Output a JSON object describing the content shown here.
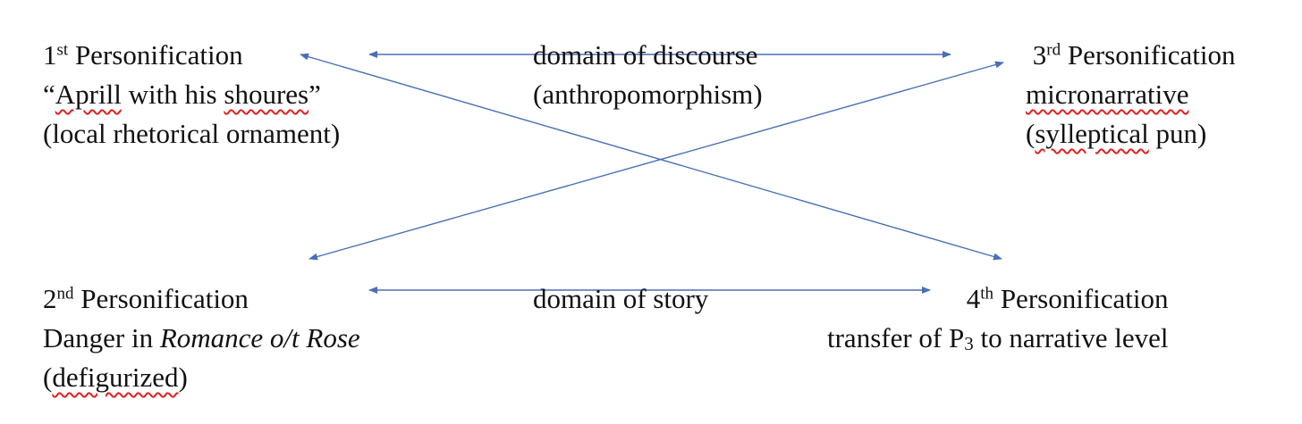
{
  "p1": {
    "ordinal": "1",
    "suffix": "st",
    "label": " Personification",
    "quote_open": "“",
    "quote_w1": "Aprill",
    "quote_mid": " with his ",
    "quote_w2": "shoures",
    "quote_close": "”",
    "note": "(local rhetorical ornament)"
  },
  "p2": {
    "ordinal": "2",
    "suffix": "nd",
    "label": " Personification",
    "line2_pre": "Danger in ",
    "line2_italic": "Romance o/t Rose",
    "note_open": "(",
    "note_word": "defigurized",
    "note_close": ")"
  },
  "p3": {
    "ordinal": "3",
    "suffix": "rd",
    "label": " Personification",
    "line2": "micronarrative",
    "note_open": "(",
    "note_word": "sylleptical",
    "note_close": " pun)"
  },
  "p4": {
    "ordinal": "4",
    "suffix": "th",
    "label": " Personification",
    "line2_pre": "transfer of  P",
    "line2_sub": "3",
    "line2_post": " to narrative level"
  },
  "domain_discourse": {
    "title": "domain of  discourse",
    "note": "(anthropomorphism)"
  },
  "domain_story": {
    "title": "domain of  story"
  },
  "colors": {
    "arrow": "#4a6fb5",
    "spell_underline": "#e02020"
  }
}
